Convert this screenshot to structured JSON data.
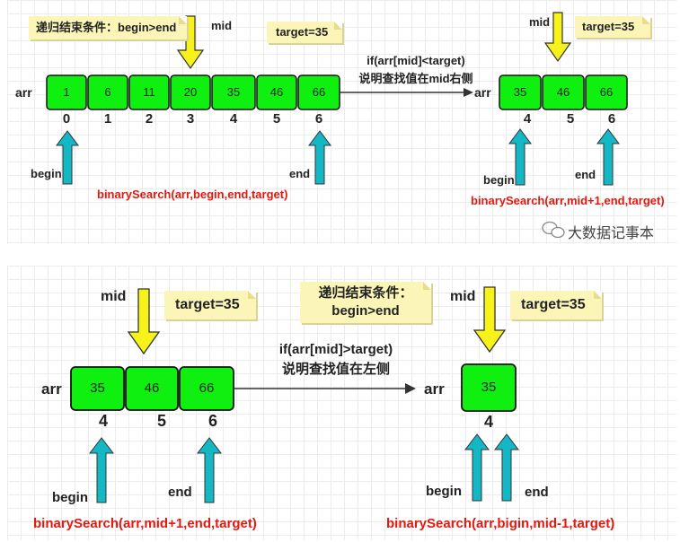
{
  "top": {
    "left": {
      "recursion_note": "递归结束条件：begin>end",
      "mid_label": "mid",
      "target_label": "target=35",
      "arr_label": "arr",
      "values": [
        "1",
        "6",
        "11",
        "20",
        "35",
        "46",
        "66"
      ],
      "indices": [
        "0",
        "1",
        "2",
        "3",
        "4",
        "5",
        "6"
      ],
      "begin_label": "begin",
      "end_label": "end",
      "call": "binarySearch(arr,begin,end,target)"
    },
    "condition": "if(arr[mid]<target)",
    "condition_note": "说明查找值在mid右侧",
    "right": {
      "mid_label": "mid",
      "target_label": "target=35",
      "arr_label": "arr",
      "values": [
        "35",
        "46",
        "66"
      ],
      "indices": [
        "4",
        "5",
        "6"
      ],
      "begin_label": "begin",
      "end_label": "end",
      "call": "binarySearch(arr,mid+1,end,target)"
    },
    "watermark": "大数据记事本"
  },
  "bottom": {
    "left": {
      "mid_label": "mid",
      "target_label": "target=35",
      "arr_label": "arr",
      "values": [
        "35",
        "46",
        "66"
      ],
      "indices": [
        "4",
        "5",
        "6"
      ],
      "begin_label": "begin",
      "end_label": "end",
      "call": "binarySearch(arr,mid+1,end,target)"
    },
    "recursion_note_line1": "递归结束条件：",
    "recursion_note_line2": "begin>end",
    "condition": "if(arr[mid]>target)",
    "condition_note": "说明查找值在左侧",
    "right": {
      "mid_label": "mid",
      "target_label": "target=35",
      "arr_label": "arr",
      "values": [
        "35"
      ],
      "indices": [
        "4"
      ],
      "begin_label": "begin",
      "end_label": "end",
      "call": "binarySearch(arr,bigin,mid-1,target)"
    }
  },
  "colors": {
    "cell_fill": "#10f010",
    "cell_stroke": "#111111",
    "arrow_yellow": "#f7f21a",
    "arrow_teal": "#14b8c4",
    "note_bg": "#fbf6b8",
    "call_text": "#e8170d"
  }
}
